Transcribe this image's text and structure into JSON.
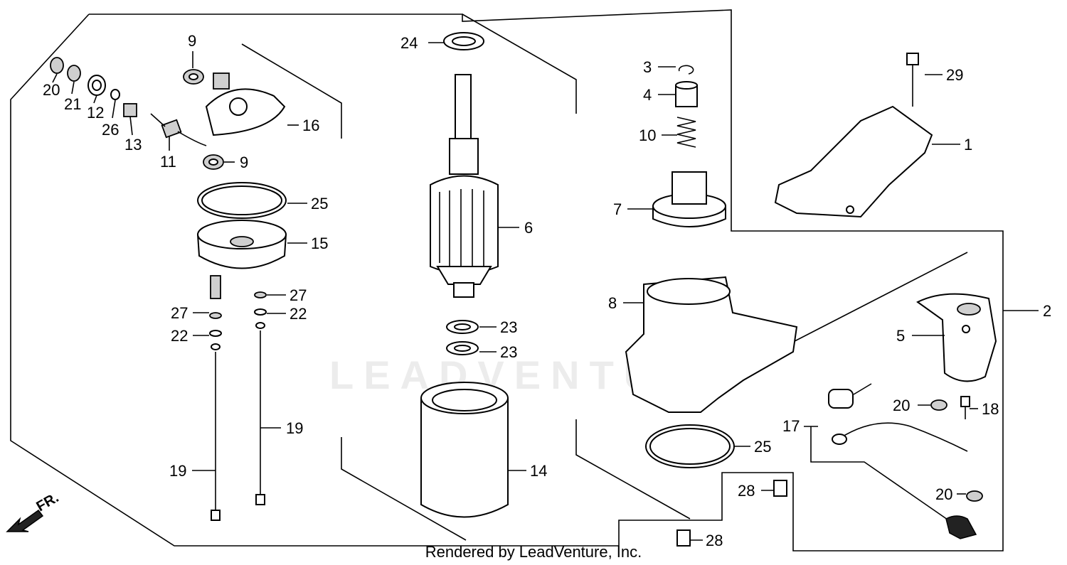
{
  "footer_text": "Rendered by LeadVenture, Inc.",
  "watermark_text": "LEADVENTURE",
  "direction_label": "FR.",
  "callouts": {
    "c1": "1",
    "c2": "2",
    "c3": "3",
    "c4": "4",
    "c5": "5",
    "c6": "6",
    "c7": "7",
    "c8": "8",
    "c9a": "9",
    "c9b": "9",
    "c10": "10",
    "c11": "11",
    "c12": "12",
    "c13": "13",
    "c14": "14",
    "c15": "15",
    "c16": "16",
    "c17": "17",
    "c18": "18",
    "c19a": "19",
    "c19b": "19",
    "c20a": "20",
    "c20b": "20",
    "c20c": "20",
    "c21": "21",
    "c22a": "22",
    "c22b": "22",
    "c23a": "23",
    "c23b": "23",
    "c24": "24",
    "c25a": "25",
    "c25b": "25",
    "c26": "26",
    "c27a": "27",
    "c27b": "27",
    "c28a": "28",
    "c28b": "28",
    "c29": "29"
  }
}
